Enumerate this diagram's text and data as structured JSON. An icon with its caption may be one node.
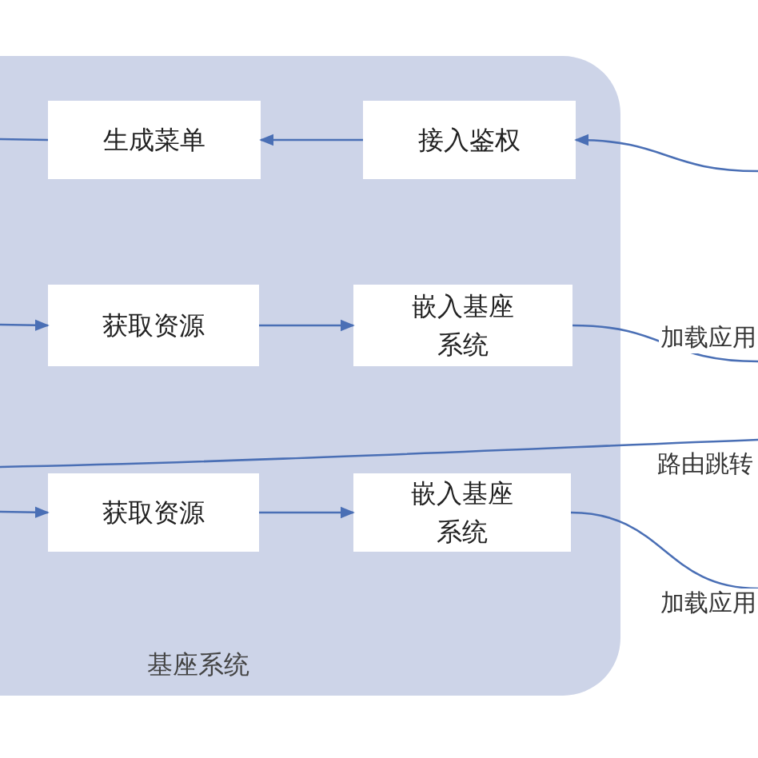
{
  "diagram": {
    "nodes": [
      {
        "text": [
          "基座系统"
        ]
      },
      {
        "text": [
          "生成菜单"
        ],
        "in": 0
      },
      {
        "text": [
          "接入鉴权"
        ],
        "in": 0
      },
      {
        "text": [
          "获取资源"
        ],
        "in": 0
      },
      {
        "text": [
          "嵌入基座系统"
        ],
        "in": 0
      },
      {
        "text": [
          "获取资源"
        ],
        "in": 0
      },
      {
        "text": [
          "嵌入基座系统"
        ],
        "in": 0
      }
    ],
    "edges": [
      {
        "from": 2,
        "to": 1,
        "arrow": "to"
      },
      {
        "from": 1,
        "to": null,
        "arrow": "none"
      },
      {
        "from": null,
        "to": 2,
        "arrow": "to"
      },
      {
        "from": null,
        "to": 3,
        "arrow": "to"
      },
      {
        "from": 3,
        "to": 4,
        "arrow": "to"
      },
      {
        "from": 4,
        "to": null,
        "arrow": "none",
        "label": "加载应用"
      },
      {
        "from": null,
        "to": 5,
        "arrow": "to"
      },
      {
        "from": 5,
        "to": 6,
        "arrow": "to"
      },
      {
        "from": 6,
        "to": null,
        "arrow": "none",
        "label": "加载应用"
      }
    ],
    "labels": [
      "路由跳转"
    ]
  }
}
